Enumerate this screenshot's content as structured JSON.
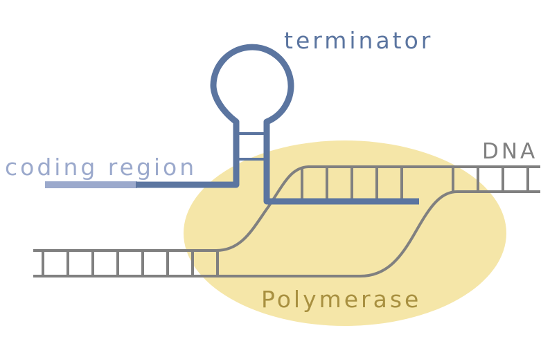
{
  "labels": {
    "terminator": "terminator",
    "dna": "DNA",
    "coding_region": "coding region",
    "polymerase": "Polymerase"
  },
  "colors": {
    "terminator_strand": "#5B75A0",
    "coding_region_light": "#9BA9CC",
    "dna": "#808080",
    "polymerase_fill": "#F5E6A8",
    "polymerase_label": "#A89040",
    "background": "#FFFFFF"
  }
}
